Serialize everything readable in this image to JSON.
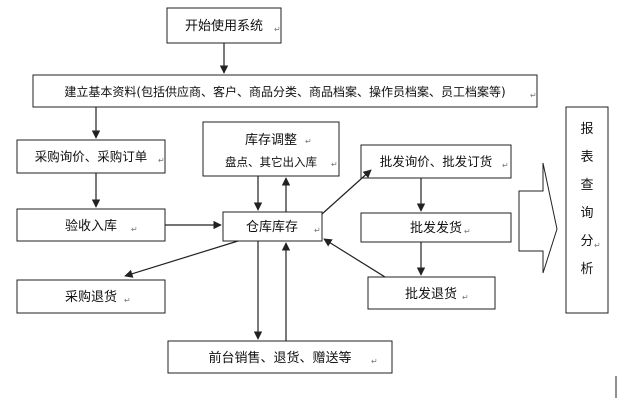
{
  "nodes": {
    "start": "开始使用系统",
    "basic": "建立基本资料(包括供应商、客户、商品分类、商品档案、操作员档案、员工档案等)",
    "purchase": "采购询价、采购订单",
    "receive": "验收入库",
    "stock_adjust_title": "库存调整",
    "stock_adjust_sub": "盘点、其它出入库",
    "warehouse": "仓库库存",
    "purchase_return": "采购退货",
    "wholesale_inquiry": "批发询价、批发订货",
    "wholesale_ship": "批发发货",
    "wholesale_return": "批发退货",
    "front_sales": "前台销售、退货、赠送等",
    "report": [
      "报",
      "表",
      "查",
      "询",
      "分",
      "析"
    ]
  },
  "paragraph_mark": "↵"
}
